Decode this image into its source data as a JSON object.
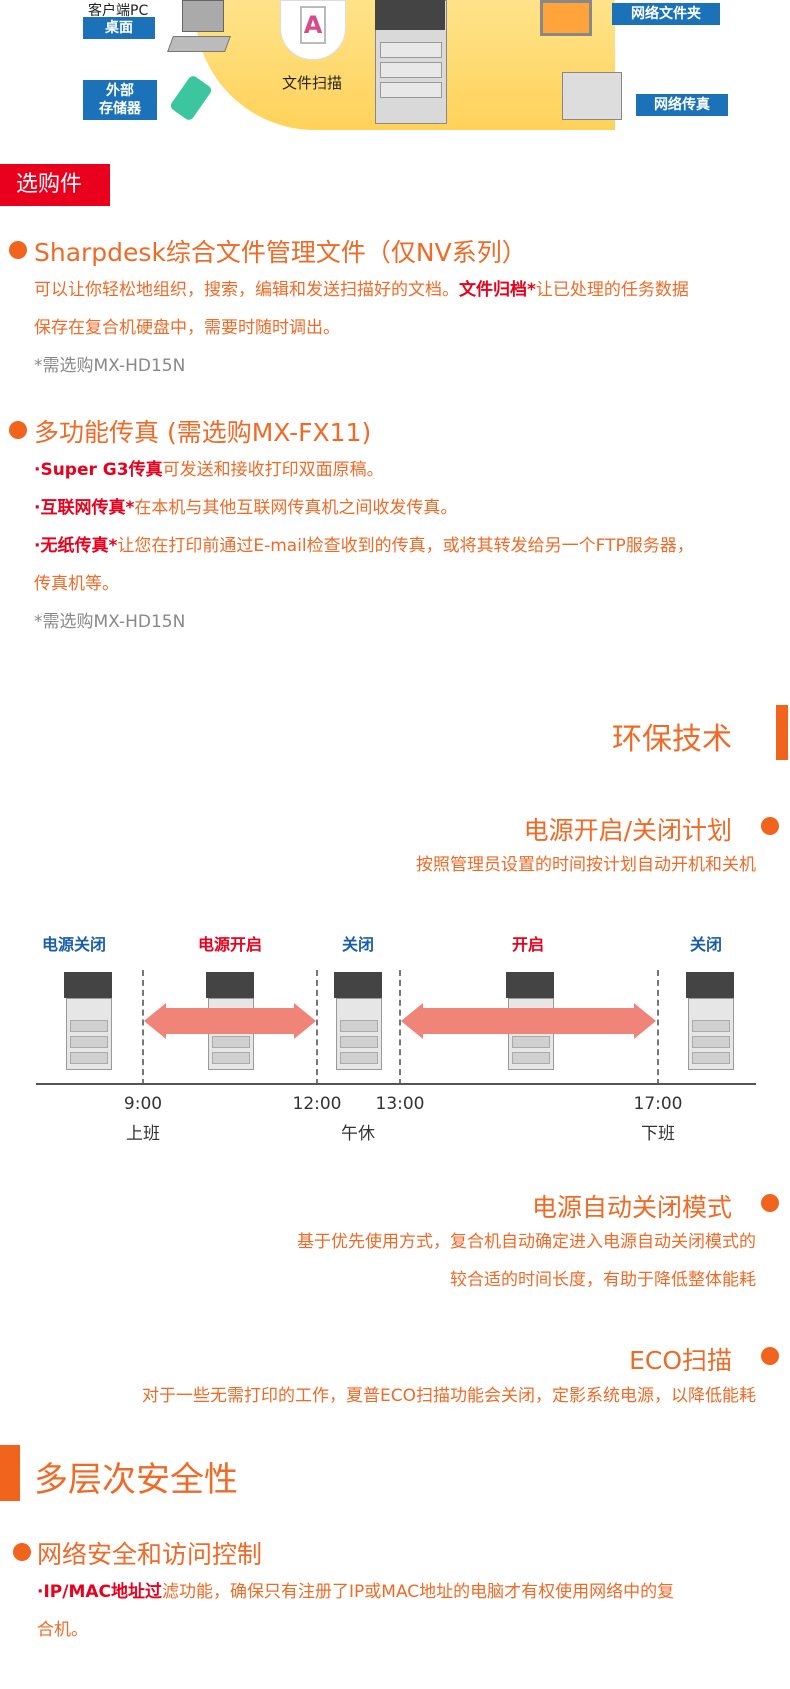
{
  "diagram": {
    "pc_label": "客户端PC",
    "desktop_label": "桌面",
    "external_storage_label_1": "外部",
    "external_storage_label_2": "存储器",
    "scan_caption": "文件扫描",
    "doc_letter": "A",
    "net_folder_label": "网络文件夹",
    "net_fax_label": "网络传真"
  },
  "options_tag": "选购件",
  "sharpdesk": {
    "title": "Sharpdesk综合文件管理文件（仅NV系列）",
    "line1_a": "可以让你轻松地组织，搜索，编辑和发送扫描好的文档。",
    "line1_hl": "文件归档*",
    "line1_b": "让已处理的任务数据",
    "line2": "保存在复合机硬盘中，需要时随时调出。",
    "note": "*需选购MX-HD15N"
  },
  "fax": {
    "title": "多功能传真 (需选购MX-FX11)",
    "l1_hl": "·Super G3传真",
    "l1": "可发送和接收打印双面原稿。",
    "l2_hl": "·互联网传真*",
    "l2": "在本机与其他互联网传真机之间收发传真。",
    "l3_hl": "·无纸传真*",
    "l3": "让您在打印前通过E-mail检查收到的传真，或将其转发给另一个FTP服务器，",
    "l4": "传真机等。",
    "note": "*需选购MX-HD15N"
  },
  "eco": {
    "title": "环保技术",
    "schedule_title": "电源开启/关闭计划",
    "schedule_desc": "按照管理员设置的时间按计划自动开机和关机",
    "timeline": {
      "labels": [
        "电源关闭",
        "电源开启",
        "关闭",
        "开启",
        "关闭"
      ],
      "times": [
        "9:00",
        "12:00",
        "13:00",
        "17:00"
      ],
      "subs": [
        "上班",
        "午休",
        "下班"
      ]
    },
    "auto_off_title": "电源自动关闭模式",
    "auto_off_l1": "基于优先使用方式，复合机自动确定进入电源自动关闭模式的",
    "auto_off_l2": "较合适的时间长度，有助于降低整体能耗",
    "eco_scan_title": "ECO扫描",
    "eco_scan_desc": "对于一些无需打印的工作，夏普ECO扫描功能会关闭，定影系统电源，以降低能耗"
  },
  "security": {
    "title": "多层次安全性",
    "sub_title": "网络安全和访问控制",
    "l1_hl": "·IP/MAC地址过",
    "l1": "滤功能，确保只有注册了IP或MAC地址的电脑才有权使用网络中的复",
    "l2": "合机。"
  }
}
